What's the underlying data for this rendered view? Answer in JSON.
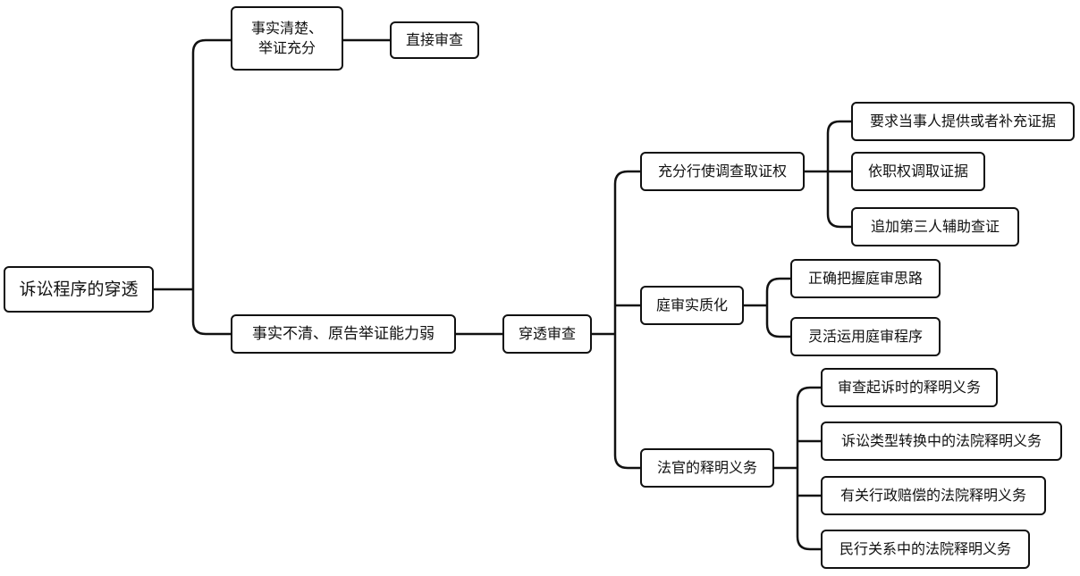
{
  "colors": {
    "line": "#111111",
    "node_border": "#111111",
    "node_fill": "#ffffff",
    "background": "#ffffff"
  },
  "mindmap": {
    "root": "诉讼程序的穿透",
    "branch_clear": {
      "label": "事实清楚、\n举证充分",
      "child": "直接审查"
    },
    "branch_unclear": {
      "label": "事实不清、原告举证能力弱",
      "child": "穿透审查",
      "groups": [
        {
          "label": "充分行使调查取证权",
          "items": [
            "要求当事人提供或者补充证据",
            "依职权调取证据",
            "追加第三人辅助查证"
          ]
        },
        {
          "label": "庭审实质化",
          "items": [
            "正确把握庭审思路",
            "灵活运用庭审程序"
          ]
        },
        {
          "label": "法官的释明义务",
          "items": [
            "审查起诉时的释明义务",
            "诉讼类型转换中的法院释明义务",
            "有关行政赔偿的法院释明义务",
            "民行关系中的法院释明义务"
          ]
        }
      ]
    }
  }
}
